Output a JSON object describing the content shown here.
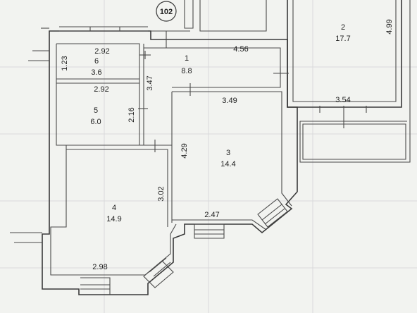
{
  "plan": {
    "apartment_number": "102",
    "rooms": [
      {
        "id": "1",
        "area": "8.8"
      },
      {
        "id": "2",
        "area": "17.7"
      },
      {
        "id": "3",
        "area": "14.4"
      },
      {
        "id": "4",
        "area": "14.9"
      },
      {
        "id": "5",
        "area": "6.0"
      },
      {
        "id": "6",
        "area": "3.6"
      }
    ],
    "dimensions": {
      "room6_width": "2.92",
      "room6_height": "1.23",
      "room5_width": "2.92",
      "room5_height": "2.16",
      "room1_width": "4.56",
      "room1_height": "3.47",
      "room3_width": "3.49",
      "room3_height": "4.29",
      "room3_bottom": "2.47",
      "room4_height": "3.02",
      "room4_bottom": "2.98",
      "room2_height": "4.99",
      "room2_bottom": "3.54"
    }
  }
}
